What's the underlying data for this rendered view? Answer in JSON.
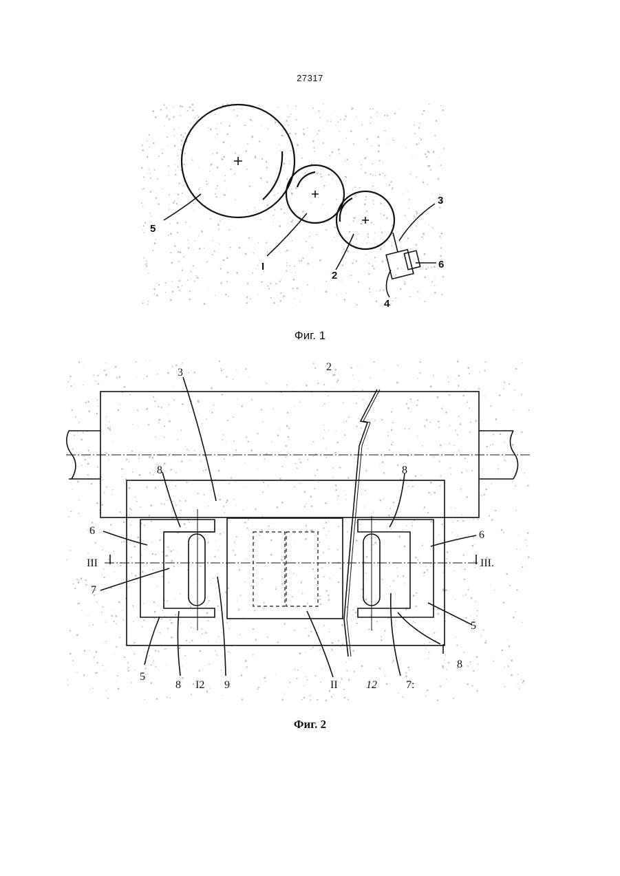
{
  "page": {
    "number": "27317"
  },
  "figure1": {
    "caption": "Фиг. 1",
    "labels": {
      "l5": "5",
      "l1": "I",
      "l2": "2",
      "l3": "3",
      "l4": "4",
      "l6": "6"
    }
  },
  "figure2": {
    "caption": "Фиг. 2",
    "labels": {
      "l3": "3",
      "l2": "2",
      "l8_left": "8",
      "l8_right": "8",
      "l6_left": "6",
      "l6_right": "6",
      "l3_section_left": "III",
      "l3_section_right": "III.",
      "l7_left": "7",
      "l5_right": "5",
      "l5_bottom_left": "5",
      "l8_bottom_left": "8",
      "l12_left": "I2",
      "l9": "9",
      "l11": "II",
      "l12_right": "12",
      "l7_bottom_right": "7:",
      "l8_bottom_right": "8"
    }
  }
}
